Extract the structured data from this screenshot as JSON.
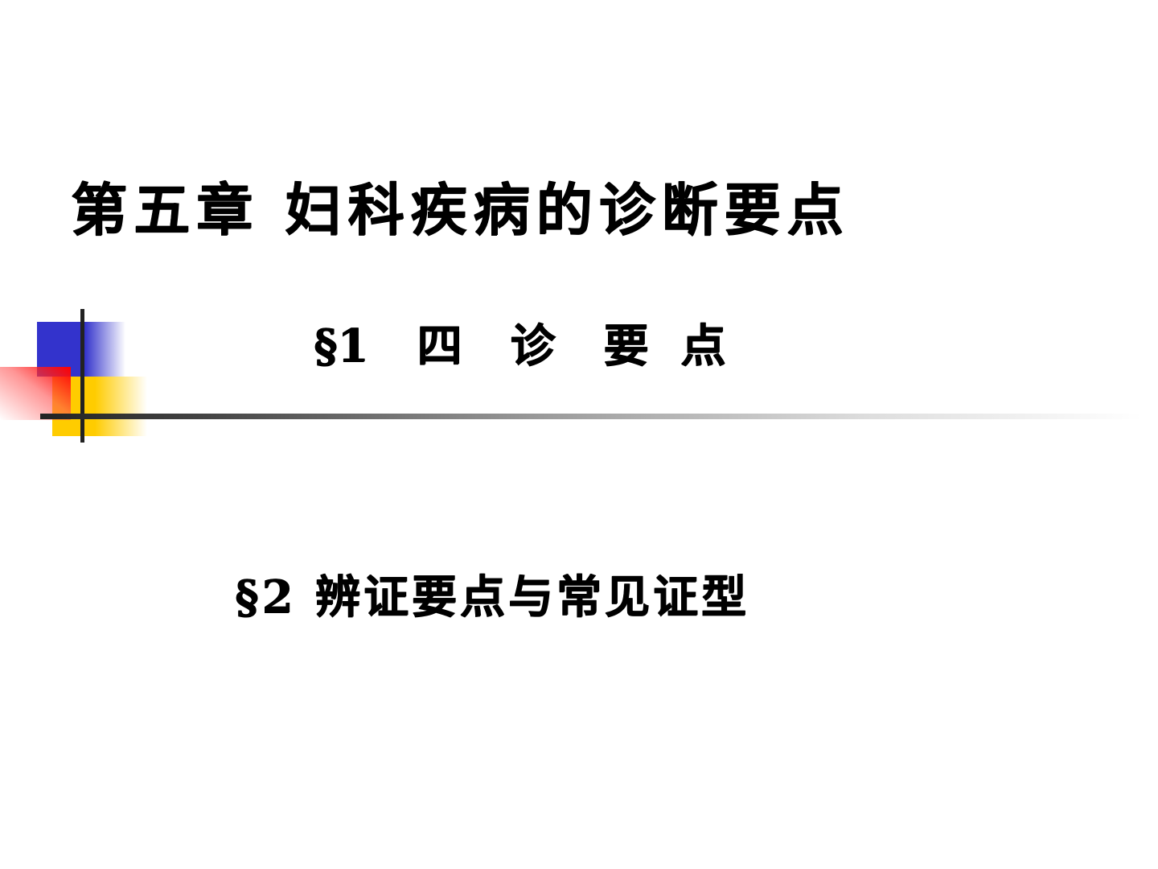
{
  "slide": {
    "title": "第五章  妇科疾病的诊断要点",
    "section1": {
      "mark": "§1",
      "chars": [
        "四",
        "诊",
        "要",
        "点"
      ]
    },
    "section2": "§2 辨证要点与常见证型"
  },
  "colors": {
    "blue": "#3333cc",
    "yellow": "#ffcc00",
    "red": "#ff0000",
    "line": "#222222"
  }
}
